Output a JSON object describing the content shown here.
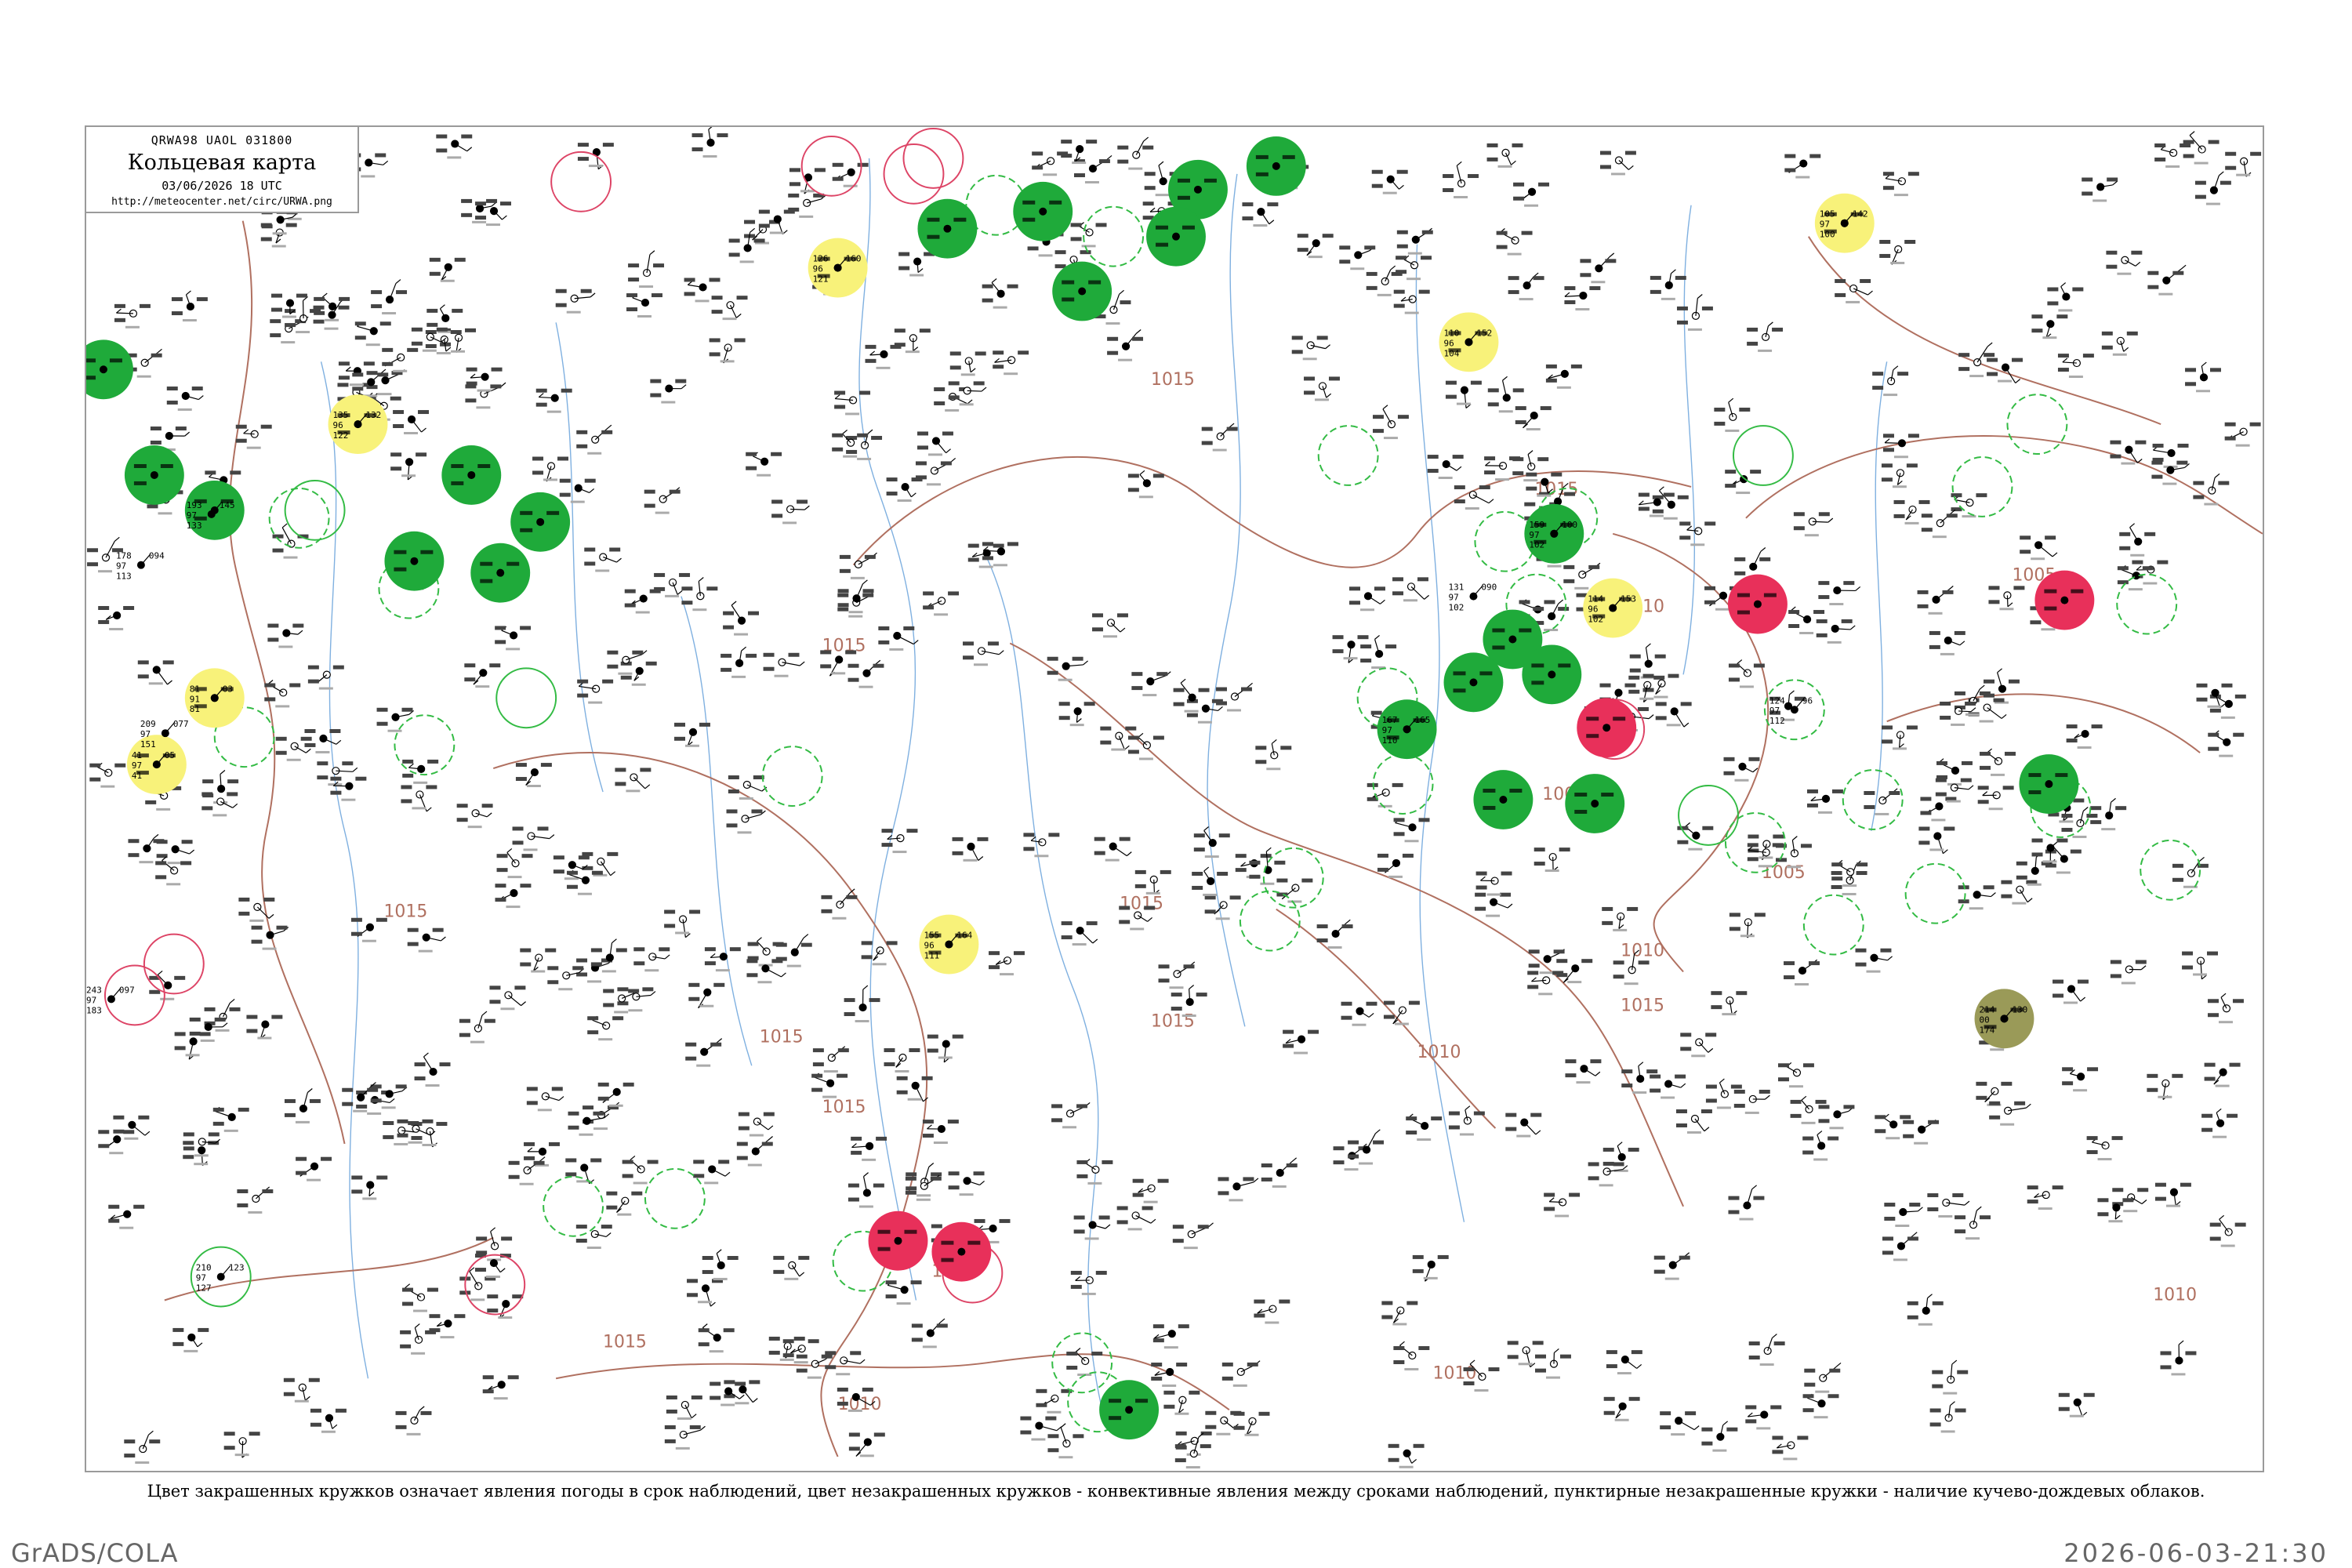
{
  "title_box": {
    "codes": "QRWA98  UAOL  031800",
    "title": "Кольцевая карта",
    "date": "03/06/2026 18 UTC",
    "url": "http://meteocenter.net/circ/URWA.png"
  },
  "legend_note": "Цвет закрашенных кружков означает явления погоды в срок наблюдений, цвет незакрашенных кружков - конвективные явления между сроками наблюдений, пунктирные незакрашенные кружки - наличие кучево-дождевых облаков.",
  "footer": {
    "left": "GrADS/COLA",
    "right": "2026-06-03-21:30"
  },
  "colors": {
    "frame": "#9a9a9a",
    "isobar": "#b07060",
    "river": "#7fb0e0",
    "filled_green": "#1faa3a",
    "filled_red": "#e8305a",
    "filled_yellow": "#f8f27a",
    "filled_olive": "#9a9a58",
    "ring_green": "#33bb44",
    "ring_red": "#dd4466"
  },
  "isobar_labels": [
    "1015",
    "1010",
    "1005",
    "1015",
    "1015",
    "1015",
    "1010",
    "1005",
    "1005",
    "1010",
    "1010",
    "1015",
    "1015",
    "1010",
    "1015",
    "1015",
    "1015",
    "1010",
    "1015",
    "1015"
  ],
  "stations": [
    {
      "t": "105",
      "p": "97",
      "v": "100",
      "dp": "142"
    },
    {
      "t": "110",
      "p": "96",
      "v": "104",
      "dp": "152"
    },
    {
      "t": "114",
      "p": "96",
      "v": "102",
      "dp": "153"
    },
    {
      "t": "126",
      "p": "96",
      "v": "121",
      "dp": "160"
    },
    {
      "t": "135",
      "p": "96",
      "v": "122",
      "dp": "132"
    },
    {
      "t": "81",
      "p": "91",
      "v": "81",
      "dp": "03"
    },
    {
      "t": "41",
      "p": "97",
      "v": "41",
      "dp": "05"
    },
    {
      "t": "155",
      "p": "96",
      "v": "111",
      "dp": "164"
    },
    {
      "t": "214",
      "p": "00",
      "v": "174",
      "dp": "130"
    },
    {
      "t": "193",
      "p": "97",
      "v": "133",
      "dp": "145"
    },
    {
      "t": "167",
      "p": "97",
      "v": "110",
      "dp": "165"
    },
    {
      "t": "124",
      "p": "97",
      "v": "112",
      "dp": "96"
    },
    {
      "t": "209",
      "p": "97",
      "v": "151",
      "dp": "077"
    },
    {
      "t": "243",
      "p": "97",
      "v": "183",
      "dp": "097"
    },
    {
      "t": "210",
      "p": "97",
      "v": "127",
      "dp": "123"
    },
    {
      "t": "159",
      "p": "97",
      "v": "102",
      "dp": "100"
    },
    {
      "t": "178",
      "p": "97",
      "v": "113",
      "dp": "094"
    },
    {
      "t": "131",
      "p": "97",
      "v": "102",
      "dp": "090"
    }
  ]
}
